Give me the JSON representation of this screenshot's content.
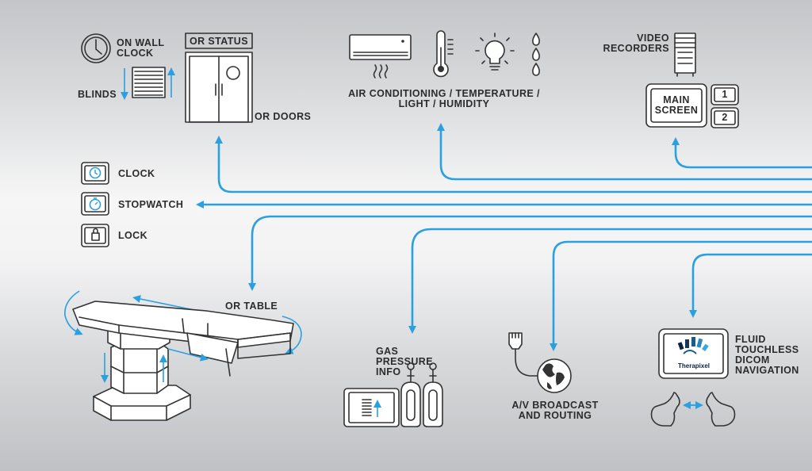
{
  "labels": {
    "wall_clock": [
      "ON WALL",
      "CLOCK"
    ],
    "or_status": "OR STATUS",
    "blinds": "BLINDS",
    "or_doors": "OR DOORS",
    "environment": [
      "AIR CONDITIONING / TEMPERATURE /",
      "LIGHT / HUMIDITY"
    ],
    "video_recorders": [
      "VIDEO",
      "RECORDERS"
    ],
    "main_screen": [
      "MAIN",
      "SCREEN"
    ],
    "screen_1": "1",
    "screen_2": "2",
    "clock": "CLOCK",
    "stopwatch": "STOPWATCH",
    "lock": "LOCK",
    "or_table": "OR TABLE",
    "gas": [
      "GAS",
      "PRESSURE",
      "INFO"
    ],
    "av": [
      "A/V BROADCAST",
      "AND ROUTING"
    ],
    "touchless": [
      "FLUID",
      "TOUCHLESS",
      "DICOM",
      "NAVIGATION"
    ],
    "brand": "Therapixel"
  },
  "colors": {
    "route": "#2aa0e0",
    "icon": "#333333",
    "text": "#2c2c2e"
  },
  "icons": [
    "wall-clock-icon",
    "blinds-icon",
    "or-doors-icon",
    "air-conditioner-icon",
    "thermometer-icon",
    "light-bulb-icon",
    "humidity-drops-icon",
    "video-recorder-icon",
    "main-screen-icon",
    "clock-icon",
    "stopwatch-icon",
    "lock-icon",
    "or-table-icon",
    "gas-cylinders-icon",
    "tablet-icon",
    "network-cable-icon",
    "globe-icon",
    "touchless-screen-icon",
    "hands-gesture-icon"
  ]
}
